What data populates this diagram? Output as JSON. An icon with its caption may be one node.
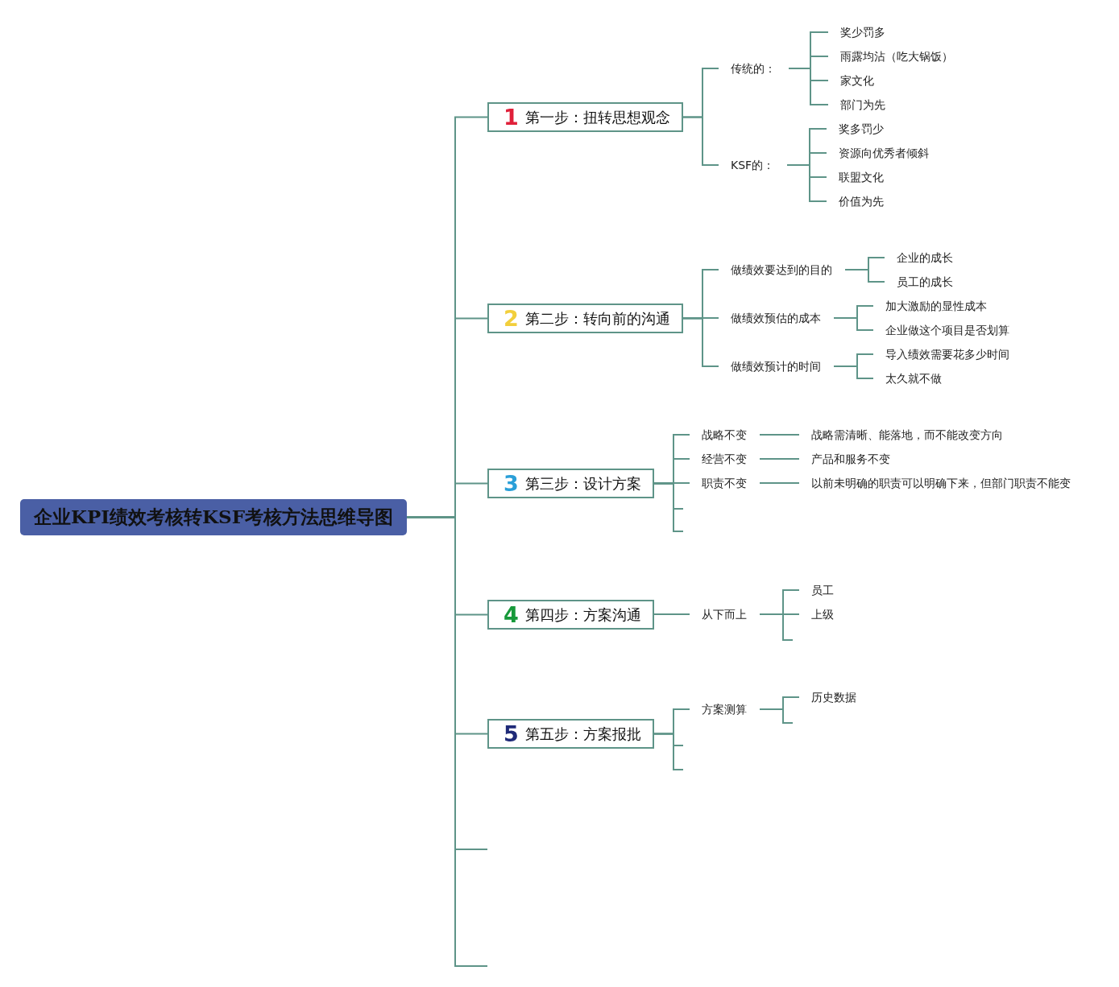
{
  "diagram": {
    "nodes": [
      {
        "text": [
          "企业KPI绩效考核转KSF考核方法思维导图"
        ]
      },
      {
        "text": [
          "1",
          "第一步：扭转思想观念"
        ]
      },
      {
        "text": [
          "传统的："
        ]
      },
      {
        "text": [
          "奖少罚多"
        ]
      },
      {
        "text": [
          "雨露均沾（吃大锅饭）"
        ]
      },
      {
        "text": [
          "家文化"
        ]
      },
      {
        "text": [
          "部门为先"
        ]
      },
      {
        "text": [
          "KSF的："
        ]
      },
      {
        "text": [
          "奖多罚少"
        ]
      },
      {
        "text": [
          "资源向优秀者倾斜"
        ]
      },
      {
        "text": [
          "联盟文化"
        ]
      },
      {
        "text": [
          "价值为先"
        ]
      },
      {
        "text": [
          "2",
          "第二步：转向前的沟通"
        ]
      },
      {
        "text": [
          "做绩效要达到的目的"
        ]
      },
      {
        "text": [
          "企业的成长"
        ]
      },
      {
        "text": [
          "员工的成长"
        ]
      },
      {
        "text": [
          "做绩效预估的成本"
        ]
      },
      {
        "text": [
          "加大激励的显性成本"
        ]
      },
      {
        "text": [
          "企业做这个项目是否划算"
        ]
      },
      {
        "text": [
          "做绩效预计的时间"
        ]
      },
      {
        "text": [
          "导入绩效需要花多少时间"
        ]
      },
      {
        "text": [
          "太久就不做"
        ]
      },
      {
        "text": [
          "3",
          "第三步：设计方案"
        ]
      },
      {
        "text": [
          "战略不变"
        ]
      },
      {
        "text": [
          "战略需清晰、能落地，而不能改变方向"
        ]
      },
      {
        "text": [
          "经营不变"
        ]
      },
      {
        "text": [
          "产品和服务不变"
        ]
      },
      {
        "text": [
          "职责不变"
        ]
      },
      {
        "text": [
          "以前未明确的职责可以明确下来，但部门职责不能变"
        ]
      },
      {
        "text": [
          "4",
          "第四步：方案沟通"
        ]
      },
      {
        "text": [
          "从下而上"
        ]
      },
      {
        "text": [
          "员工"
        ]
      },
      {
        "text": [
          "上级"
        ]
      },
      {
        "text": [
          "5",
          "第五步：方案报批"
        ]
      },
      {
        "text": [
          "方案测算"
        ]
      },
      {
        "text": [
          "历史数据"
        ]
      }
    ],
    "edges": [
      {
        "from": 0,
        "to": 1,
        "arrow": "none"
      },
      {
        "from": 0,
        "to": 12,
        "arrow": "none"
      },
      {
        "from": 0,
        "to": 22,
        "arrow": "none"
      },
      {
        "from": 0,
        "to": 29,
        "arrow": "none"
      },
      {
        "from": 0,
        "to": 33,
        "arrow": "none"
      },
      {
        "from": 0,
        "to": null,
        "arrow": "none"
      },
      {
        "from": 0,
        "to": null,
        "arrow": "none"
      },
      {
        "from": 1,
        "to": 2,
        "arrow": "none"
      },
      {
        "from": 1,
        "to": 7,
        "arrow": "none"
      },
      {
        "from": 2,
        "to": 3,
        "arrow": "none"
      },
      {
        "from": 2,
        "to": 4,
        "arrow": "none"
      },
      {
        "from": 2,
        "to": 5,
        "arrow": "none"
      },
      {
        "from": 2,
        "to": 6,
        "arrow": "none"
      },
      {
        "from": 7,
        "to": 8,
        "arrow": "none"
      },
      {
        "from": 7,
        "to": 9,
        "arrow": "none"
      },
      {
        "from": 7,
        "to": 10,
        "arrow": "none"
      },
      {
        "from": 7,
        "to": 11,
        "arrow": "none"
      },
      {
        "from": 12,
        "to": 13,
        "arrow": "none"
      },
      {
        "from": 12,
        "to": 16,
        "arrow": "none"
      },
      {
        "from": 12,
        "to": 19,
        "arrow": "none"
      },
      {
        "from": 13,
        "to": 14,
        "arrow": "none"
      },
      {
        "from": 13,
        "to": 15,
        "arrow": "none"
      },
      {
        "from": 16,
        "to": 17,
        "arrow": "none"
      },
      {
        "from": 16,
        "to": 18,
        "arrow": "none"
      },
      {
        "from": 19,
        "to": 20,
        "arrow": "none"
      },
      {
        "from": 19,
        "to": 21,
        "arrow": "none"
      },
      {
        "from": 22,
        "to": 23,
        "arrow": "none"
      },
      {
        "from": 22,
        "to": 25,
        "arrow": "none"
      },
      {
        "from": 22,
        "to": 27,
        "arrow": "none"
      },
      {
        "from": 22,
        "to": null,
        "arrow": "none"
      },
      {
        "from": 22,
        "to": null,
        "arrow": "none"
      },
      {
        "from": 23,
        "to": 24,
        "arrow": "none"
      },
      {
        "from": 25,
        "to": 26,
        "arrow": "none"
      },
      {
        "from": 27,
        "to": 28,
        "arrow": "none"
      },
      {
        "from": 29,
        "to": 30,
        "arrow": "none"
      },
      {
        "from": 30,
        "to": 31,
        "arrow": "none"
      },
      {
        "from": 30,
        "to": 32,
        "arrow": "none"
      },
      {
        "from": 30,
        "to": null,
        "arrow": "none"
      },
      {
        "from": 33,
        "to": 34,
        "arrow": "none"
      },
      {
        "from": 33,
        "to": null,
        "arrow": "none"
      },
      {
        "from": 33,
        "to": null,
        "arrow": "none"
      },
      {
        "from": 34,
        "to": 35,
        "arrow": "none"
      },
      {
        "from": 34,
        "to": null,
        "arrow": "none"
      }
    ]
  }
}
